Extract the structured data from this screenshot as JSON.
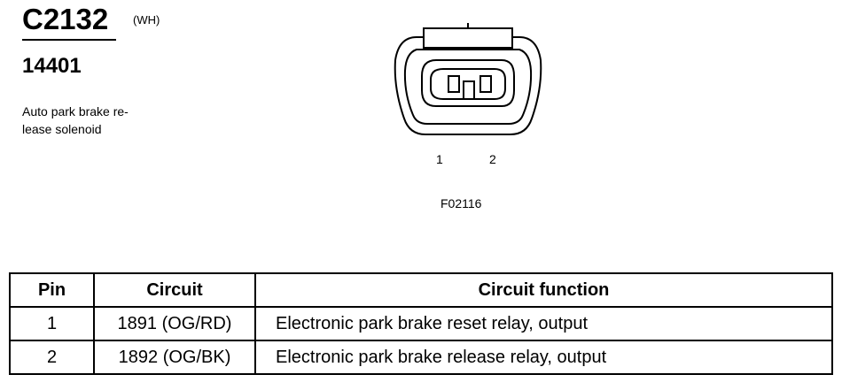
{
  "connector": {
    "id": "C2132",
    "color": "(WH)",
    "part_number": "14401",
    "description": "Auto park brake re-\nlease solenoid"
  },
  "diagram": {
    "pin_labels": [
      "1",
      "2"
    ],
    "figure_code": "F02116"
  },
  "table": {
    "headers": [
      "Pin",
      "Circuit",
      "Circuit function"
    ],
    "rows": [
      {
        "pin": "1",
        "circuit": "1891 (OG/RD)",
        "function": "Electronic park brake reset relay, output"
      },
      {
        "pin": "2",
        "circuit": "1892 (OG/BK)",
        "function": "Electronic park brake release relay, output"
      }
    ]
  }
}
